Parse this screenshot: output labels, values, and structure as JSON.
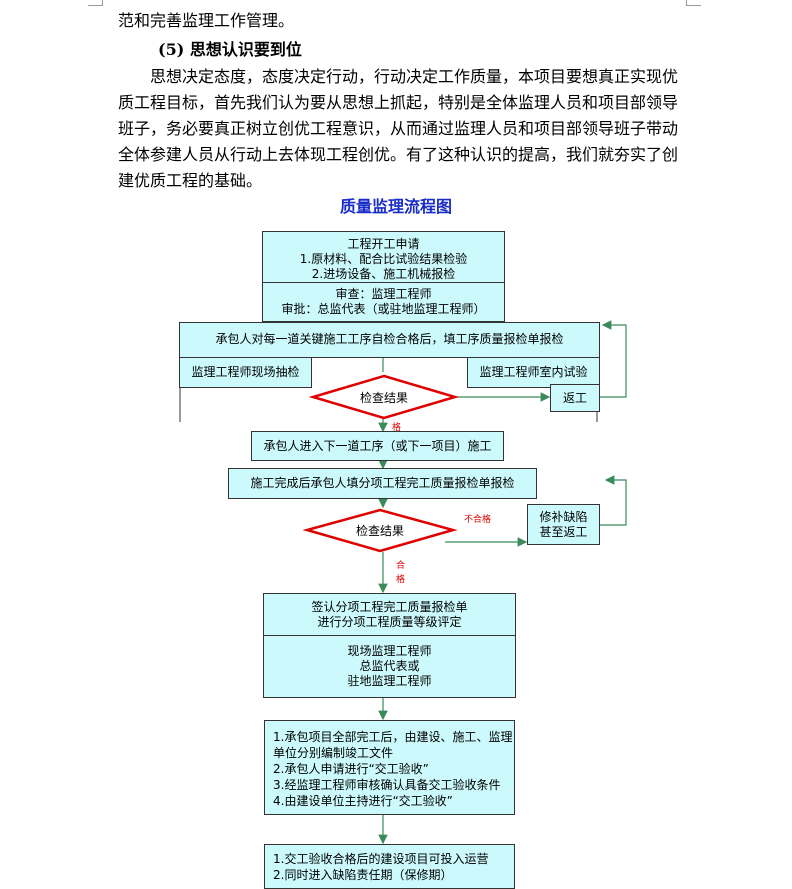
{
  "document": {
    "top_fragment": "范和完善监理工作管理。",
    "heading": "(5) 思想认识要到位",
    "paragraph_lines": [
      "思想决定态度，态度决定行动，行动决定工作质量，本项目要想真正实现优",
      "质工程目标，首先我们认为要从思想上抓起，特别是全体监理人员和项目部领导",
      "班子，务必要真正树立创优工程意识，从而通过监理人员和项目部领导班子带动",
      "全体参建人员从行动上去体现工程创优。有了这种认识的提高，我们就夯实了创",
      "建优质工程的基础。"
    ]
  },
  "flowchart": {
    "title": "质量监理流程图",
    "start_box": [
      "工程开工申请",
      "1.原材料、配合比试验结果检验",
      "2.进场设备、施工机械报检"
    ],
    "review_box": [
      "审查：监理工程师",
      "审批：总监代表（或驻地监理工程师）"
    ],
    "self_check_box": "承包人对每一道关键施工工序自检合格后，填工序质量报检单报检",
    "spot_check_box": "监理工程师现场抽检",
    "lab_test_box": "监理工程师室内试验",
    "check_result_1": "检查结果",
    "rework_box": "返工",
    "pass_label_1": "格",
    "next_process_box": "承包人进入下一道工序（或下一项目）施工",
    "subitem_report_box": "施工完成后承包人填分项工程完工质量报检单报检",
    "check_result_2": "检查结果",
    "fail_label_2": "不合格",
    "repair_box": [
      "修补缺陷",
      "甚至返工"
    ],
    "pass_label_2": [
      "合",
      "格"
    ],
    "sign_box": [
      "签认分项工程完工质量报检单",
      "进行分项工程质量等级评定"
    ],
    "signers_box": [
      "现场监理工程师",
      "总监代表或",
      "驻地监理工程师"
    ],
    "completion_box": [
      "1.承包项目全部完工后，由建设、施工、监理",
      "单位分别编制竣工文件",
      "2.承包人申请进行“交工验收”",
      "3.经监理工程师审核确认具备交工验收条件",
      "4.由建设单位主持进行“交工验收”"
    ],
    "final_box": [
      "1.交工验收合格后的建设项目可投入运营",
      "2.同时进入缺陷责任期（保修期）"
    ]
  },
  "colors": {
    "box_fill": "#ccf9fb",
    "title_color": "#1a2cc8",
    "diamond_stroke": "#e00000",
    "arrow_color": "#3a8a5a"
  }
}
